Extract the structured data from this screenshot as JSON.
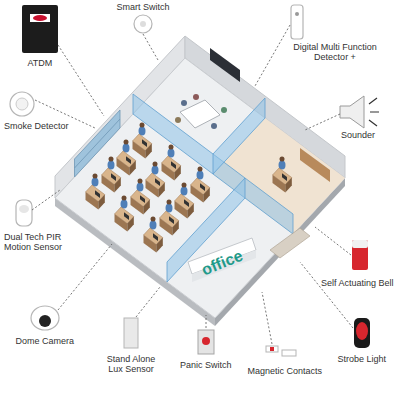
{
  "diagram": {
    "labels": [
      "Smart Switch",
      "ATDM",
      "Digital Multi Function Detector +",
      "Smoke Detector",
      "Sounder",
      "Dual Tech PIR Motion Sensor",
      "office",
      "Self Actuating Bell",
      "Dome Camera",
      "Strobe Light",
      "Stand Alone Lux Sensor",
      "Panic Switch",
      "Magnetic Contacts"
    ]
  }
}
